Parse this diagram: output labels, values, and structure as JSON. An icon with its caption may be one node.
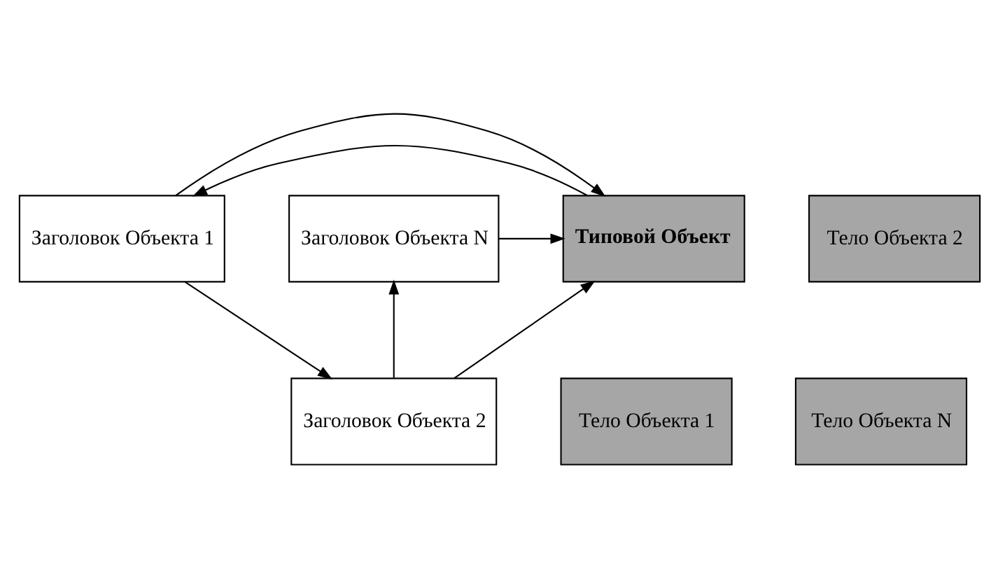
{
  "diagram": {
    "nodes": [
      {
        "text": [
          "Заголовок Объекта 1"
        ]
      },
      {
        "text": [
          "Тело Объекта 1"
        ]
      },
      {
        "text": [
          "Типовой Объект"
        ]
      },
      {
        "text": [
          "Заголовок Объекта N"
        ]
      },
      {
        "text": [
          "Тело Объекта N"
        ]
      },
      {
        "text": [
          "Заголовок Объекта 2"
        ]
      },
      {
        "text": [
          "Тело Объекта 2"
        ]
      }
    ],
    "edges": [
      {
        "from": 2,
        "to": 0,
        "arrow": "to"
      },
      {
        "from": 0,
        "to": 2,
        "arrow": "to"
      },
      {
        "from": 3,
        "to": 2,
        "arrow": "to"
      },
      {
        "from": 0,
        "to": 5,
        "arrow": "to"
      },
      {
        "from": 5,
        "to": 2,
        "arrow": "to"
      },
      {
        "from": 5,
        "to": 3,
        "arrow": "to"
      }
    ]
  }
}
